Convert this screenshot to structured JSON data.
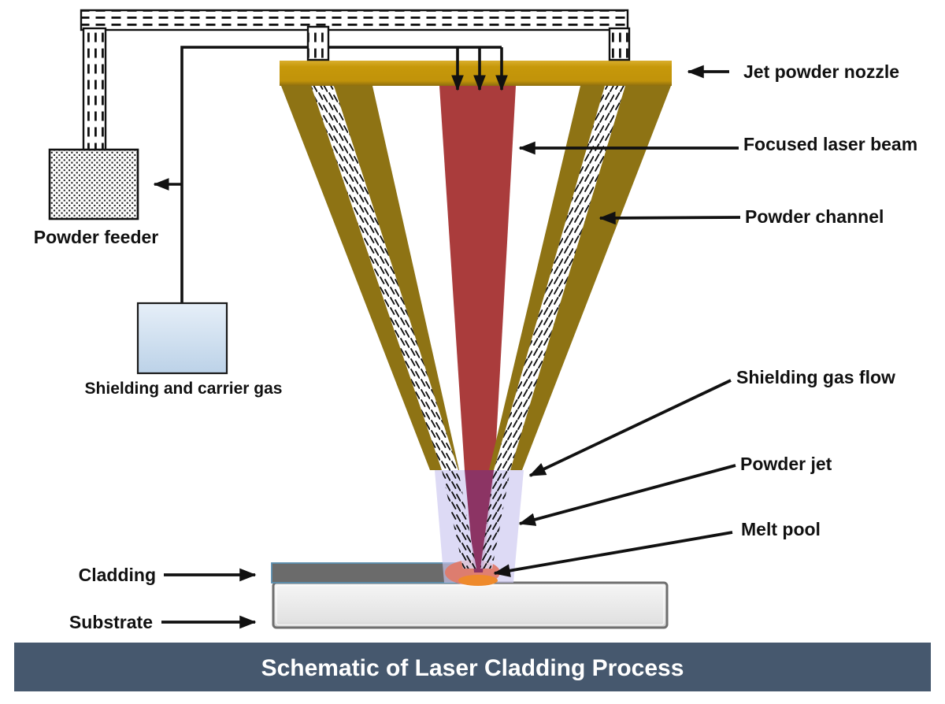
{
  "title": {
    "text": "Schematic of Laser Cladding Process"
  },
  "labels": {
    "jet_powder_nozzle": "Jet powder nozzle",
    "focused_laser_beam": "Focused laser beam",
    "powder_channel": "Powder channel",
    "shielding_gas_flow": "Shielding gas flow",
    "powder_jet": "Powder jet",
    "melt_pool": "Melt pool",
    "powder_feeder": "Powder feeder",
    "shielding_carrier_gas": "Shielding and carrier gas",
    "cladding": "Cladding",
    "substrate": "Substrate"
  },
  "colors": {
    "nozzle_gold": "#C6980A",
    "nozzle_gold_dark": "#8D6E0E",
    "powder_cone_olive": "#8E7314",
    "laser_beam_red": "#AA3C3C",
    "laser_beam_in_gas_purple": "#8C3464",
    "shielding_gas_lavender": "#CBC6F0",
    "melt_pool_salmon": "#DF7A6A",
    "melt_pool_orange": "#EE8A2C",
    "cladding_gray": "#6B6B6B",
    "cladding_outline_blue": "#5B8FB0",
    "substrate_light_gray": "#E9E9E9",
    "banner_slate_blue": "#46586E",
    "gas_box_blue": "#BCD2E8",
    "line_black": "#111111"
  }
}
